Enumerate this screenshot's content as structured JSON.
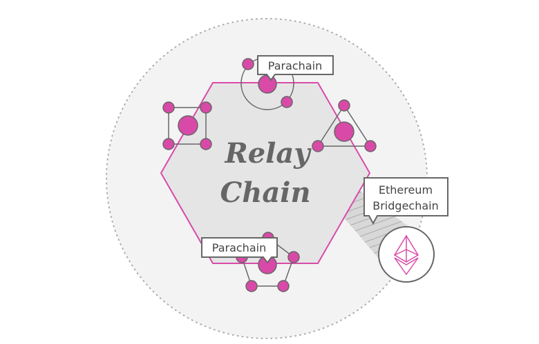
{
  "title": {
    "line1": "Relay",
    "line2": "Chain"
  },
  "labels": {
    "parachain_top": "Parachain",
    "parachain_bottom": "Parachain",
    "bridge_line1": "Ethereum",
    "bridge_line2": "Bridgechain"
  },
  "colors": {
    "accent": "#d94aa8",
    "hex_fill": "#e5e5e5",
    "outer_fill": "#f3f3f3",
    "stroke": "#666666"
  }
}
